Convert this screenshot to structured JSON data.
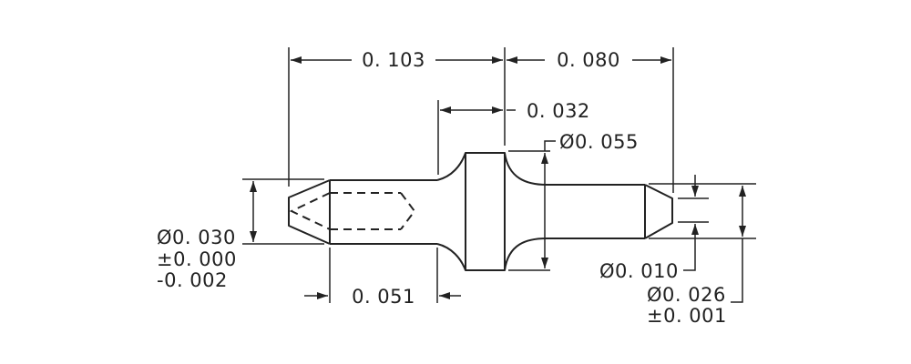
{
  "drawing": {
    "colors": {
      "line": "#222222",
      "background": "#ffffff"
    },
    "dimensions": {
      "overall_left": "0. 103",
      "overall_right": "0. 080",
      "collar_length": "0. 032",
      "collar_diameter": "Ø0. 055",
      "tail_diameter": "Ø0. 030",
      "tail_tol_plus": "±0. 000",
      "tail_tol_minus": "-0. 002",
      "tail_length": "0. 051",
      "tip_diameter": "Ø0. 010",
      "pin_diameter": "Ø0. 026",
      "pin_tolerance": "±0. 001"
    }
  }
}
